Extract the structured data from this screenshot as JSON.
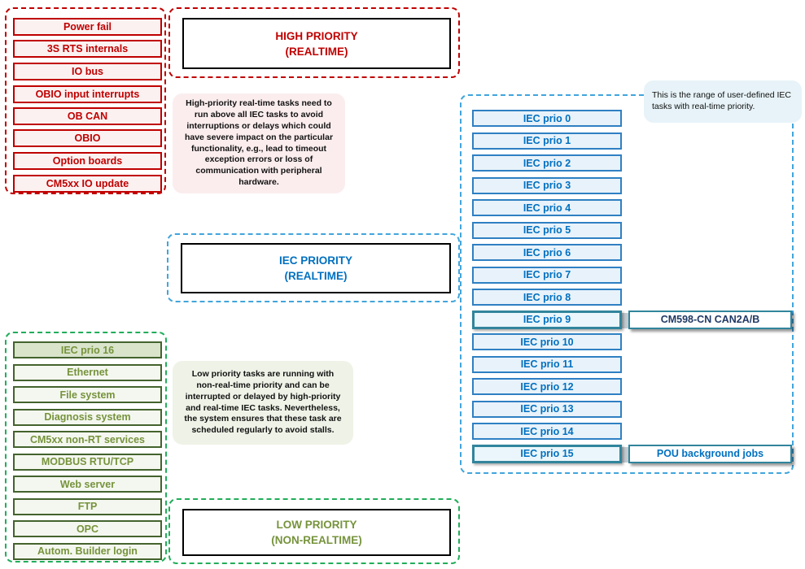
{
  "high": {
    "title_line1": "HIGH PRIORITY",
    "title_line2": "(REALTIME)",
    "tasks": [
      "Power fail",
      "3S RTS internals",
      "IO bus",
      "OBIO input interrupts",
      "OB CAN",
      "OBIO",
      "Option boards",
      "CM5xx IO update"
    ],
    "note": "High-priority real-time tasks need to run above all IEC tasks to avoid interruptions or delays which could have severe impact on the particular functionality, e.g., lead to timeout exception errors or loss of communication with peripheral hardware."
  },
  "iec": {
    "title_line1": "IEC PRIORITY",
    "title_line2": "(REALTIME)",
    "note": "This is the range of user-defined IEC tasks with real-time priority.",
    "prios": [
      "IEC prio 0",
      "IEC prio 1",
      "IEC prio 2",
      "IEC prio 3",
      "IEC prio 4",
      "IEC prio 5",
      "IEC prio 6",
      "IEC prio 7",
      "IEC prio 8",
      "IEC prio 9",
      "IEC prio 10",
      "IEC prio 11",
      "IEC prio 12",
      "IEC prio 13",
      "IEC prio 14",
      "IEC prio 15"
    ],
    "attachments": [
      {
        "attached_to": "IEC prio 9",
        "label": "CM598-CN CAN2A/B"
      },
      {
        "attached_to": "IEC prio 15",
        "label": "POU background jobs"
      }
    ]
  },
  "low": {
    "title_line1": "LOW PRIORITY",
    "title_line2": "(NON-REALTIME)",
    "tasks": [
      "IEC prio 16",
      "Ethernet",
      "File system",
      "Diagnosis system",
      "CM5xx non-RT services",
      "MODBUS RTU/TCP",
      "Web server",
      "FTP",
      "OPC",
      "Autom. Builder login"
    ],
    "note": "Low priority tasks are running with non-real-time priority and can be interrupted or delayed by high-priority and real-time IEC tasks. Nevertheless, the system ensures that these task are scheduled regularly to avoid stalls."
  },
  "colors": {
    "high_accent": "#C00000",
    "iec_accent": "#0070C0",
    "iec_highlight": "#31859C",
    "low_accent": "#76933C",
    "attachment_cm598_text": "#1F3864",
    "attachment_pou_text": "#0070C0"
  }
}
